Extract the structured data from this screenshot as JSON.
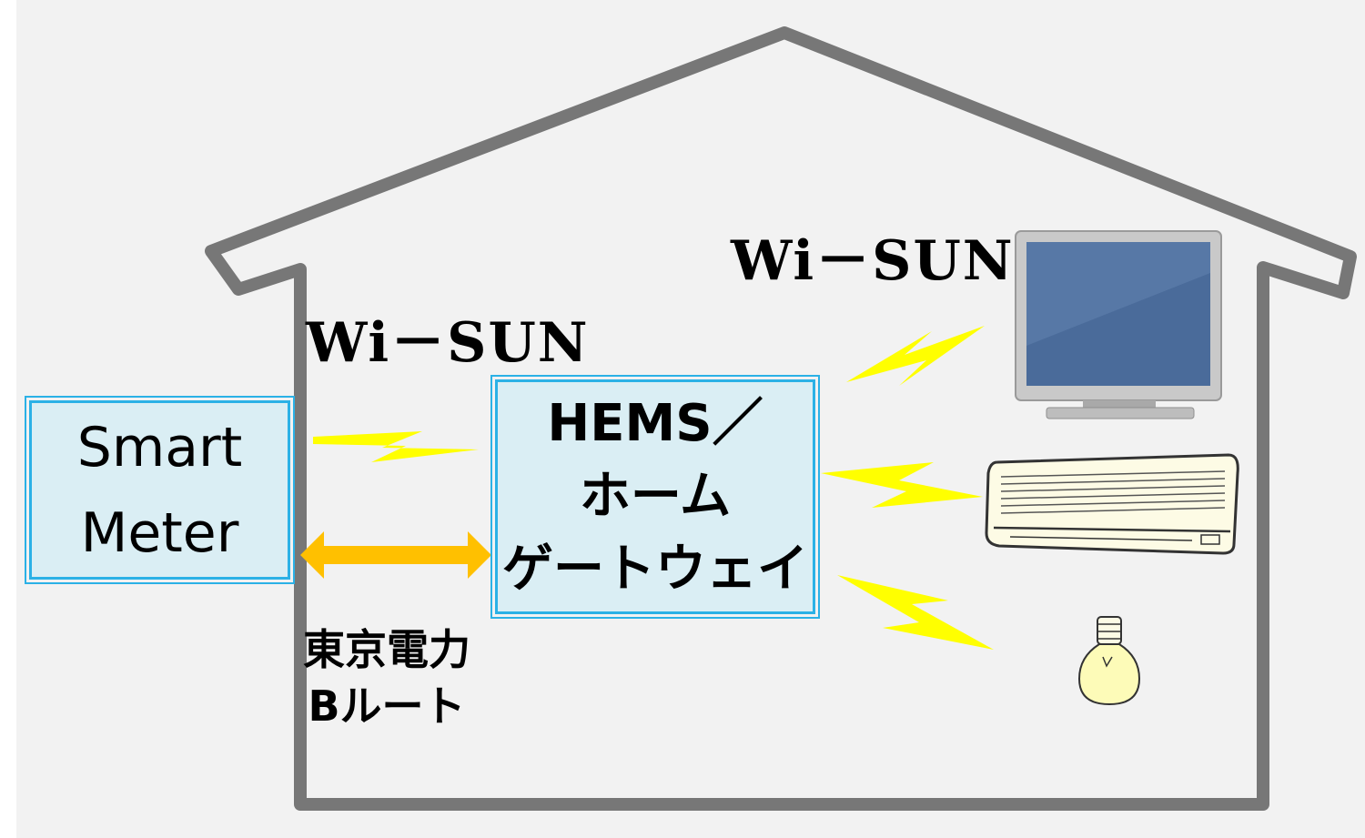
{
  "smart_meter": {
    "line1": "Smart",
    "line2": "Meter"
  },
  "hems": {
    "line1": "HEMS／",
    "line2": "ホーム",
    "line3": "ゲートウェイ"
  },
  "wisun_label_left": "Wi－SUN",
  "wisun_label_right": "Wi－SUN",
  "b_route": {
    "line1": "東京電力",
    "line2": "Bルート"
  },
  "colors": {
    "background": "#f2f2f2",
    "house_outline": "#777777",
    "box_fill": "#daeef4",
    "box_border": "#2bb1e6",
    "lightning": "#ffff00",
    "arrow": "#ffc000"
  },
  "icons": [
    "tv-icon",
    "air-conditioner-icon",
    "light-bulb-icon",
    "lightning-icon",
    "double-arrow-icon"
  ]
}
